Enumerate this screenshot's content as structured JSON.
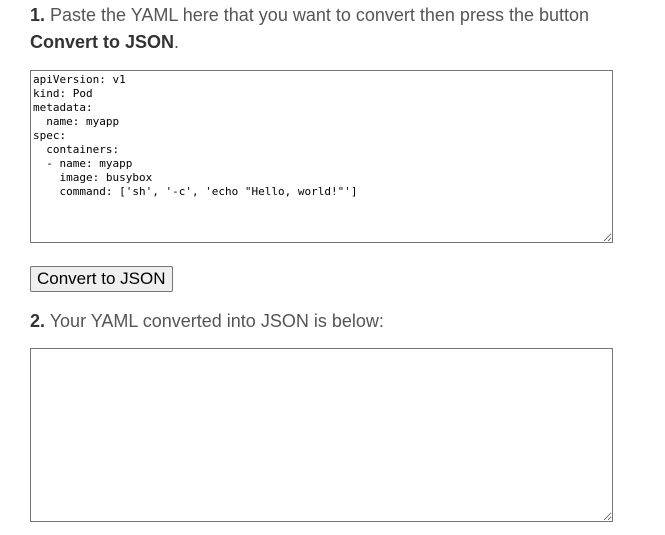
{
  "step1": {
    "number": "1.",
    "text": " Paste the YAML here that you want to convert then press the button ",
    "button_ref": "Convert to JSON",
    "period": "."
  },
  "yaml_input": {
    "value": "apiVersion: v1\nkind: Pod\nmetadata:\n  name: myapp\nspec:\n  containers:\n  - name: myapp\n    image: busybox\n    command: ['sh', '-c', 'echo \"Hello, world!\"']"
  },
  "convert_button": {
    "label": "Convert to JSON"
  },
  "step2": {
    "number": "2.",
    "text": " Your YAML converted into JSON is below:"
  },
  "json_output": {
    "value": ""
  }
}
